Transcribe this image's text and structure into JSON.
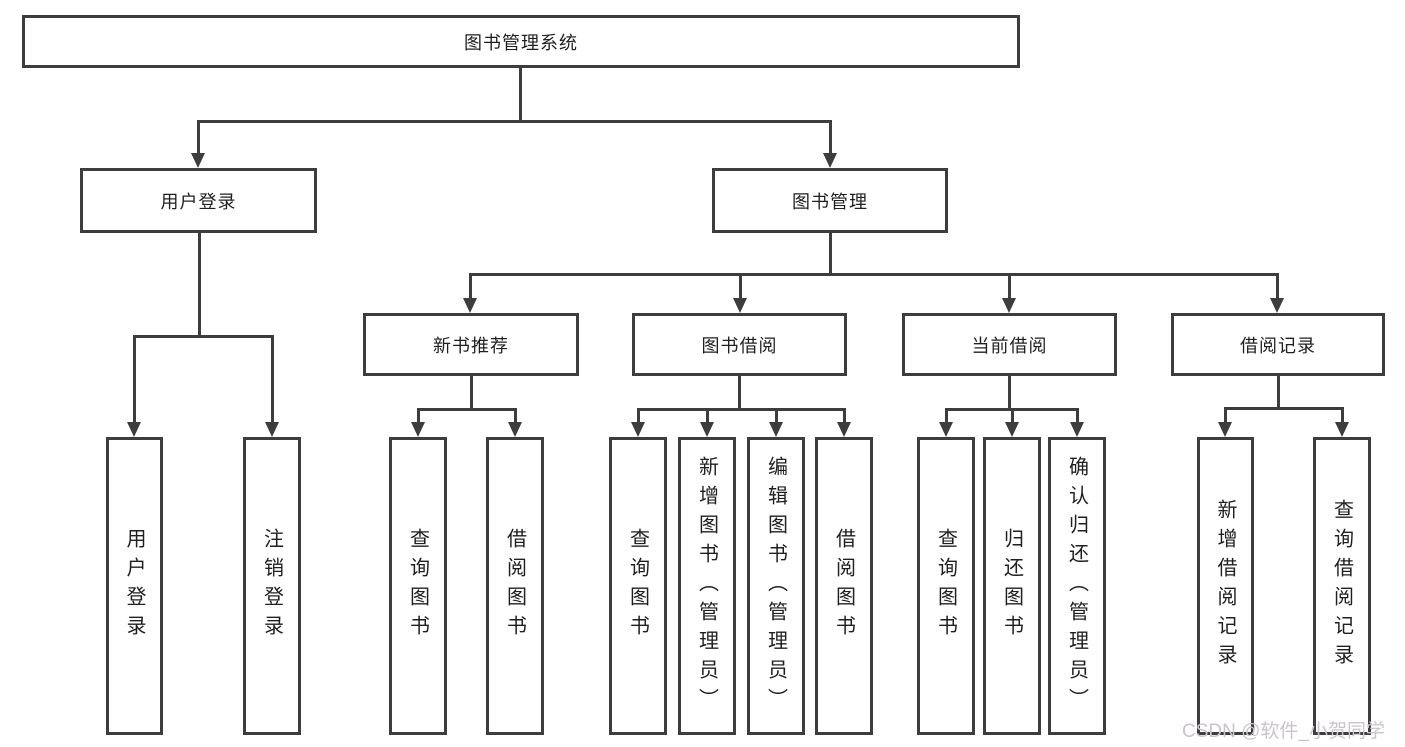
{
  "diagram": {
    "title": "图书管理系统",
    "type": "hierarchy-tree",
    "watermark": "CSDN @软件_小贺同学",
    "colors": {
      "line": "#3d3d3d",
      "text": "#1f1f1f",
      "background": "#ffffff",
      "watermark": "#c9c4c9"
    }
  },
  "nodes": {
    "root": {
      "label": "图书管理系统"
    },
    "login": {
      "label": "用户登录"
    },
    "mgmt": {
      "label": "图书管理"
    },
    "rec": {
      "label": "新书推荐"
    },
    "borrow": {
      "label": "图书借阅"
    },
    "current": {
      "label": "当前借阅"
    },
    "record": {
      "label": "借阅记录"
    },
    "user_login": {
      "label": "用户登录"
    },
    "logout": {
      "label": "注销登录"
    },
    "rec_query": {
      "label": "查询图书"
    },
    "rec_borrow": {
      "label": "借阅图书"
    },
    "borrow_query": {
      "label": "查询图书"
    },
    "borrow_add": {
      "label": "新增图书（管理员）"
    },
    "borrow_edit": {
      "label": "编辑图书（管理员）"
    },
    "borrow_do": {
      "label": "借阅图书"
    },
    "cur_query": {
      "label": "查询图书"
    },
    "cur_return": {
      "label": "归还图书"
    },
    "cur_confirm": {
      "label": "确认归还（管理员）"
    },
    "record_add": {
      "label": "新增借阅记录"
    },
    "record_query": {
      "label": "查询借阅记录"
    }
  },
  "edges": [
    [
      "root",
      "login"
    ],
    [
      "root",
      "mgmt"
    ],
    [
      "login",
      "user_login"
    ],
    [
      "login",
      "logout"
    ],
    [
      "mgmt",
      "rec"
    ],
    [
      "mgmt",
      "borrow"
    ],
    [
      "mgmt",
      "current"
    ],
    [
      "mgmt",
      "record"
    ],
    [
      "rec",
      "rec_query"
    ],
    [
      "rec",
      "rec_borrow"
    ],
    [
      "borrow",
      "borrow_query"
    ],
    [
      "borrow",
      "borrow_add"
    ],
    [
      "borrow",
      "borrow_edit"
    ],
    [
      "borrow",
      "borrow_do"
    ],
    [
      "current",
      "cur_query"
    ],
    [
      "current",
      "cur_return"
    ],
    [
      "current",
      "cur_confirm"
    ],
    [
      "record",
      "record_add"
    ],
    [
      "record",
      "record_query"
    ]
  ]
}
